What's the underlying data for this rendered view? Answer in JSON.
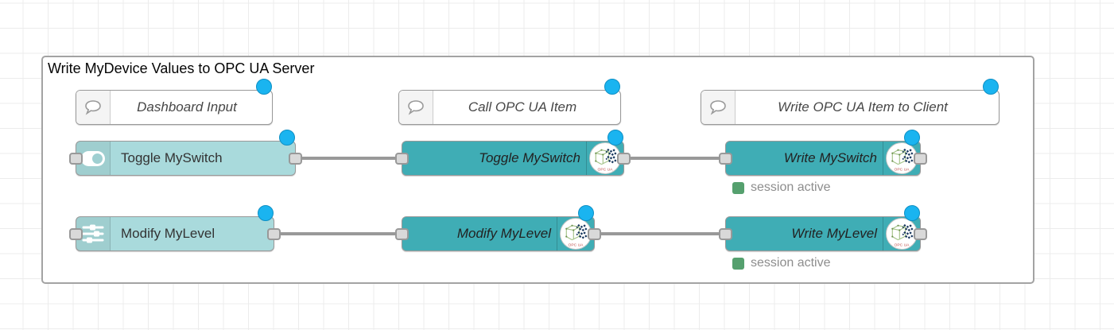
{
  "flow": {
    "title": "Write MyDevice Values to OPC UA Server",
    "comments": [
      {
        "label": "Dashboard Input",
        "icon": "comment-bubble-icon"
      },
      {
        "label": "Call OPC UA Item",
        "icon": "comment-bubble-icon"
      },
      {
        "label": "Write OPC UA Item to Client",
        "icon": "comment-bubble-icon"
      }
    ],
    "nodes": [
      {
        "label": "Toggle MySwitch",
        "icon": "toggle-switch-icon"
      },
      {
        "label": "Modify MyLevel",
        "icon": "sliders-icon"
      },
      {
        "label": "Toggle MySwitch",
        "icon": "opcua-logo-icon"
      },
      {
        "label": "Write MySwitch",
        "icon": "opcua-logo-icon",
        "status": "session active"
      },
      {
        "label": "Modify MyLevel",
        "icon": "opcua-logo-icon"
      },
      {
        "label": "Write MyLevel",
        "icon": "opcua-logo-icon",
        "status": "session active"
      }
    ],
    "opcua_badge_text": "OPC UA"
  },
  "colors": {
    "teal_dark": "#3FADB5",
    "teal_light": "#A9DADC",
    "badge_blue": "#1AB4F0",
    "status_green": "#55A06E",
    "wire_gray": "#999999",
    "grid_line": "#ECECEC",
    "status_text": "#8D8D8D"
  }
}
